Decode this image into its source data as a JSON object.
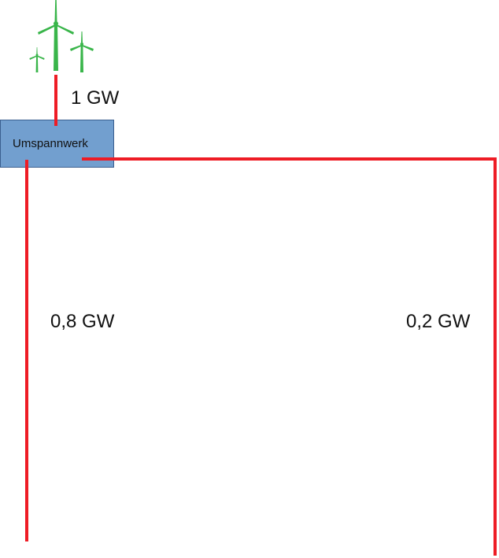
{
  "substation": {
    "label": "Umspannwerk",
    "fill_color": "#729fcf"
  },
  "flows": {
    "input_label": "1 GW",
    "left_label": "0,8 GW",
    "right_label": "0,2 GW"
  },
  "colors": {
    "line": "#ee1c25",
    "turbine": "#39b54a"
  },
  "icons": [
    "wind-turbine-icon",
    "wind-turbine-icon",
    "wind-turbine-icon"
  ]
}
